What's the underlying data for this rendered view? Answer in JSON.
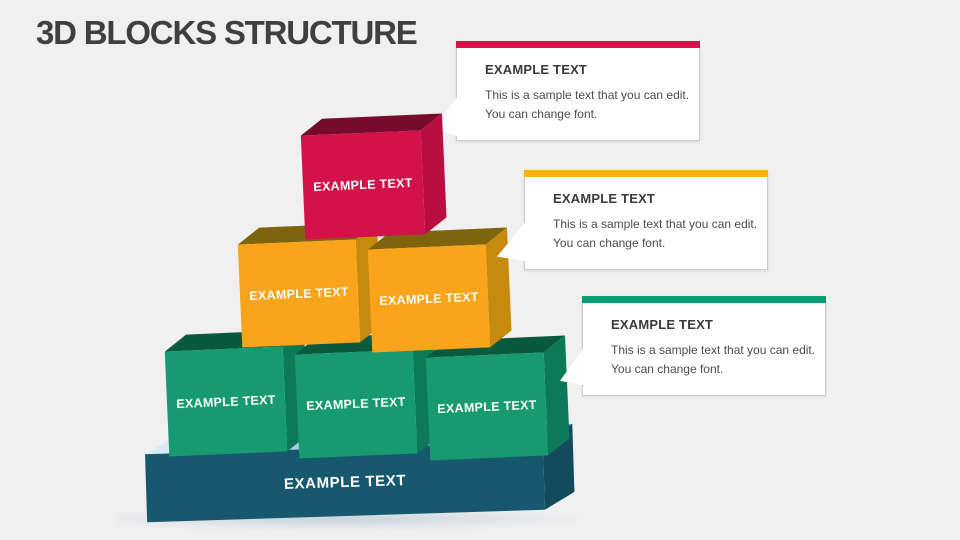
{
  "slide": {
    "title": "3D BLOCKS STRUCTURE",
    "background": "#f0f0f1"
  },
  "pyramid": {
    "top_block": {
      "label": "EXAMPLE TEXT",
      "front": "#d4124a",
      "side": "#b90e40",
      "top": "#770b2c"
    },
    "middle_blocks": [
      {
        "label": "EXAMPLE TEXT",
        "front": "#f9a41b",
        "side": "#c68a0e",
        "top": "#7e650d"
      },
      {
        "label": "EXAMPLE TEXT",
        "front": "#f9a41b",
        "side": "#c68a0e",
        "top": "#7e650d"
      }
    ],
    "bottom_blocks": [
      {
        "label": "EXAMPLE TEXT",
        "front": "#179a70",
        "side": "#0c7a56",
        "top": "#09593f"
      },
      {
        "label": "EXAMPLE TEXT",
        "front": "#179a70",
        "side": "#0c7a56",
        "top": "#09593f"
      },
      {
        "label": "EXAMPLE TEXT",
        "front": "#179a70",
        "side": "#0c7a56",
        "top": "#09593f"
      }
    ],
    "base": {
      "label": "EXAMPLE TEXT",
      "front": "#17586f",
      "side": "#134a5e",
      "top_gradient": [
        "#dcecf4",
        "#5c9cbc"
      ]
    }
  },
  "callouts": [
    {
      "accent": "#d5134a",
      "heading": "EXAMPLE TEXT",
      "body": "This is a sample text that you can edit. You can change font."
    },
    {
      "accent": "#f8b117",
      "heading": "EXAMPLE TEXT",
      "body": "This is a sample text that you can edit. You can change font."
    },
    {
      "accent": "#0a9d75",
      "heading": "EXAMPLE TEXT",
      "body": "This is a sample text that you can edit. You can change font."
    }
  ]
}
